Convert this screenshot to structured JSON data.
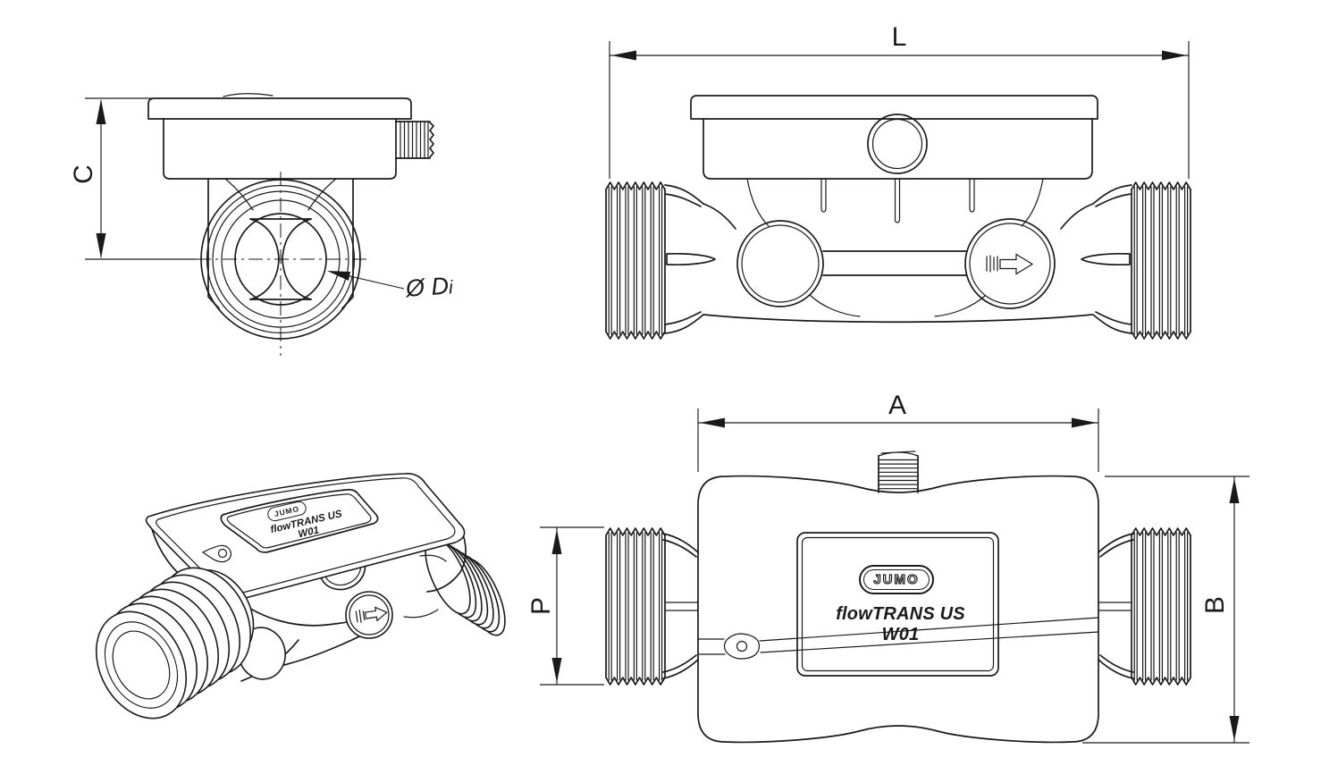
{
  "drawing": {
    "type": "technical-dimension-drawing",
    "product": {
      "brand": "JUMO",
      "model": "flowTRANS US W01"
    },
    "dimensions": {
      "front_height": "C",
      "inner_diameter_prefix": "Ø D",
      "inner_diameter_subscript": "i",
      "side_length": "L",
      "top_width": "A",
      "top_port_height": "P",
      "top_total_height": "B"
    },
    "label_plate": {
      "brand": "JUMO",
      "model": "flowTRANS US W01"
    },
    "iso_label": {
      "brand": "JUMO",
      "model": "flowTRANS US W01"
    },
    "views": {
      "front": "front-view",
      "side": "side-view",
      "isometric": "isometric-view",
      "top": "top-view"
    },
    "colors": {
      "line": "#1a1a1a",
      "background": "#ffffff"
    }
  }
}
